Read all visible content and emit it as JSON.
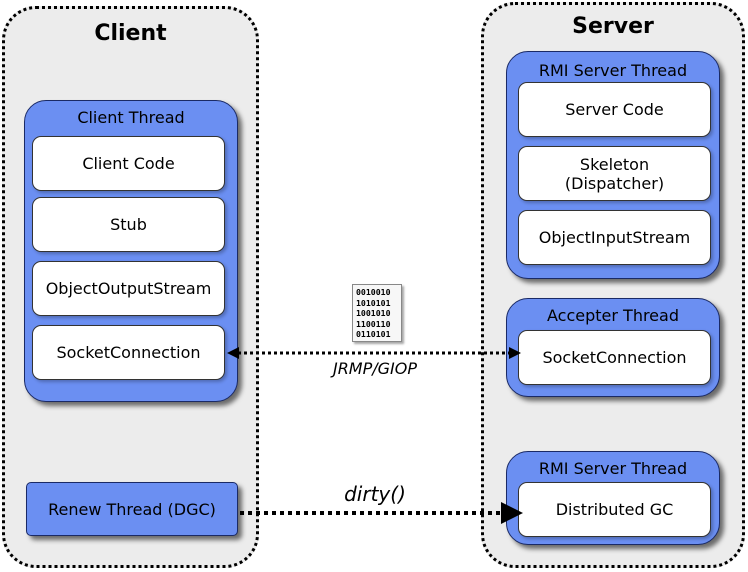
{
  "client": {
    "title": "Client",
    "client_thread": {
      "title": "Client Thread",
      "boxes": [
        "Client Code",
        "Stub",
        "ObjectOutputStream",
        "SocketConnection"
      ]
    },
    "renew_thread": "Renew Thread (DGC)"
  },
  "server": {
    "title": "Server",
    "rmi_thread_1": {
      "title": "RMI Server Thread",
      "boxes": [
        "Server Code",
        "Skeleton\n(Dispatcher)",
        "ObjectInputStream"
      ]
    },
    "accepter_thread": {
      "title": "Accepter Thread",
      "boxes": [
        "SocketConnection"
      ]
    },
    "rmi_thread_2": {
      "title": "RMI Server Thread",
      "boxes": [
        "Distributed GC"
      ]
    }
  },
  "links": {
    "protocol_label": "JRMP/GIOP",
    "dirty_label": "dirty()"
  },
  "binary_icon_lines": [
    "0010010",
    "1010101",
    "1001010",
    "1100110",
    "0110101"
  ]
}
